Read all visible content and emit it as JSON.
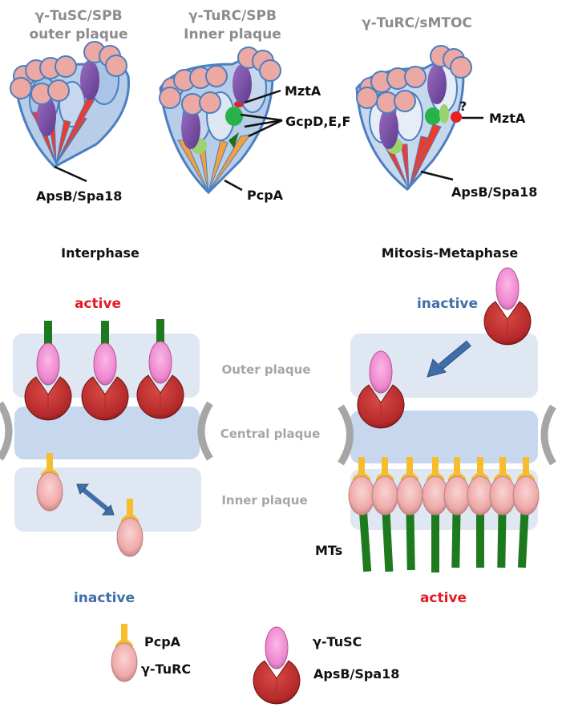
{
  "panel_a": {
    "complexes": [
      {
        "title_line1": "γ-TuSC/SPB",
        "title_line2": "outer plaque",
        "labels": [
          "ApsB/Spa18"
        ]
      },
      {
        "title_line1": "γ-TuRC/SPB",
        "title_line2": "Inner plaque",
        "labels": [
          "MztA",
          "GcpD,E,F",
          "PcpA"
        ]
      },
      {
        "title_line1": "γ-TuRC/sMTOC",
        "title_line2": "",
        "labels": [
          "MztA",
          "ApsB/Spa18"
        ],
        "question_mark": "?"
      }
    ]
  },
  "panel_b": {
    "interphase": {
      "title": "Interphase",
      "top_state": "active",
      "bottom_state": "inactive",
      "tusc_count": 3,
      "turc_count": 2
    },
    "mitosis": {
      "title": "Mitosis-Metaphase",
      "top_state": "inactive",
      "bottom_state": "active",
      "tusc_count": 2,
      "turc_count": 8,
      "mt_label": "MTs"
    },
    "plaques": [
      "Outer plaque",
      "Central plaque",
      "Inner plaque"
    ],
    "legend": {
      "pcpa": "PcpA",
      "turc": "γ-TuRC",
      "tusc": "γ-TuSC",
      "apsb": "ApsB/Spa18"
    }
  },
  "colors": {
    "active": "#e21b23",
    "inactive": "#3f6ea8",
    "plaque_outer": "#dfe7f2",
    "plaque_central": "#c7d8ee",
    "mt_green": "#1e7a1e",
    "pcpa_yellow": "#f6bd2c",
    "turc_pink": "#f2b1b1",
    "tusc_pink": "#f08bd2",
    "apsb_red": "#b22a26"
  }
}
